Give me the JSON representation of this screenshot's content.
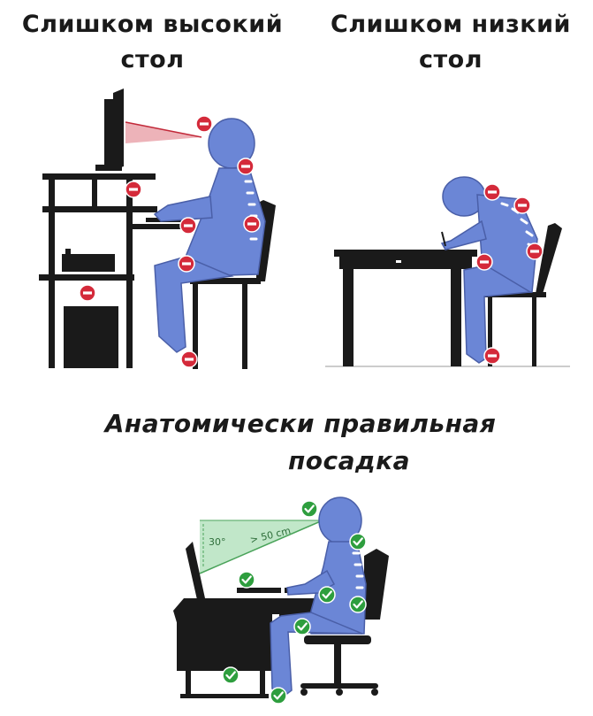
{
  "headings": {
    "too_high": {
      "line1": "Слишком высокий",
      "line2": "стол"
    },
    "too_low": {
      "line1": "Слишком низкий",
      "line2": "стол"
    },
    "correct": {
      "line1": "Анатомически правильная",
      "line2": "посадка"
    }
  },
  "annotations": {
    "angle": "30°",
    "distance": "> 50 cm"
  },
  "colors": {
    "body": "#6b86d6",
    "body_dark": "#4a5fa8",
    "furniture": "#1a1a1a",
    "bad_marker": "#d42a3a",
    "good_marker": "#2e9e3e",
    "sight_bad": "#e8a0a8",
    "sight_good": "#b6e3c0"
  },
  "icons": [
    "minus-circle-icon",
    "check-circle-icon"
  ]
}
